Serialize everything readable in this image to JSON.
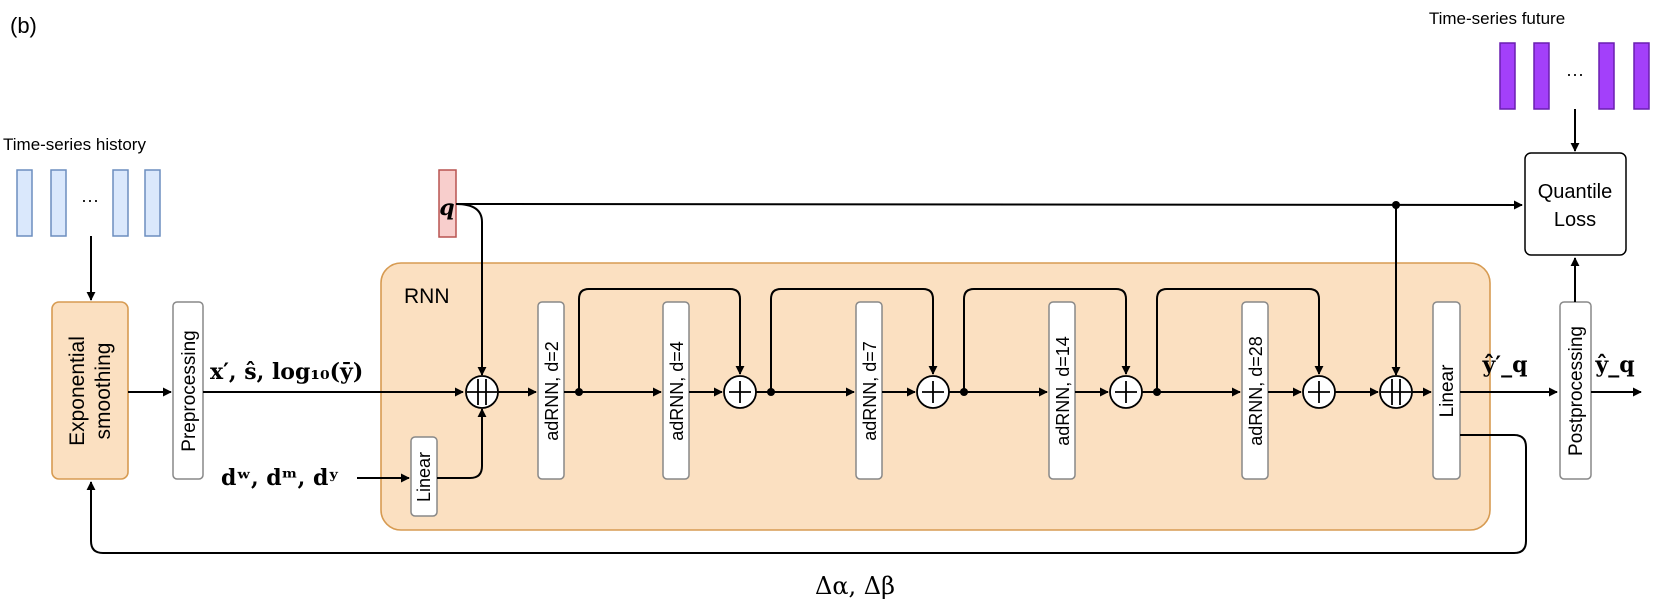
{
  "panel_label": "(b)",
  "history": {
    "title": "Time-series history",
    "ellipsis": "···"
  },
  "future": {
    "title": "Time-series future",
    "ellipsis": "···"
  },
  "blocks": {
    "exp_smoothing": "Exponential smoothing",
    "exp_line1": "Exponential",
    "exp_line2": "smoothing",
    "preprocessing": "Preprocessing",
    "linear_input": "Linear",
    "linear_output": "Linear",
    "postprocessing": "Postprocessing",
    "quantile_loss_line1": "Quantile",
    "quantile_loss_line2": "Loss",
    "rnn_title": "RNN"
  },
  "adrnn_labels": [
    "adRNN, d=2",
    "adRNN, d=4",
    "adRNN, d=7",
    "adRNN, d=14",
    "adRNN, d=28"
  ],
  "math": {
    "q": "q",
    "features": "x′, ŝ, log₁₀(ȳ)",
    "dummies": "dʷ, dᵐ, dʸ",
    "y_prime_q": "ŷ′_q",
    "y_q": "ŷ_q",
    "deltas": "Δα, Δβ"
  },
  "colors": {
    "orange_fill": "#fbe0c1",
    "orange_stroke": "#d79b52",
    "blue_fill": "#dae8fc",
    "blue_stroke": "#6c8ebf",
    "purple_fill": "#a340fa",
    "purple_stroke": "#6a1fb0",
    "pink_fill": "#f8cecc",
    "pink_stroke": "#b85450"
  }
}
